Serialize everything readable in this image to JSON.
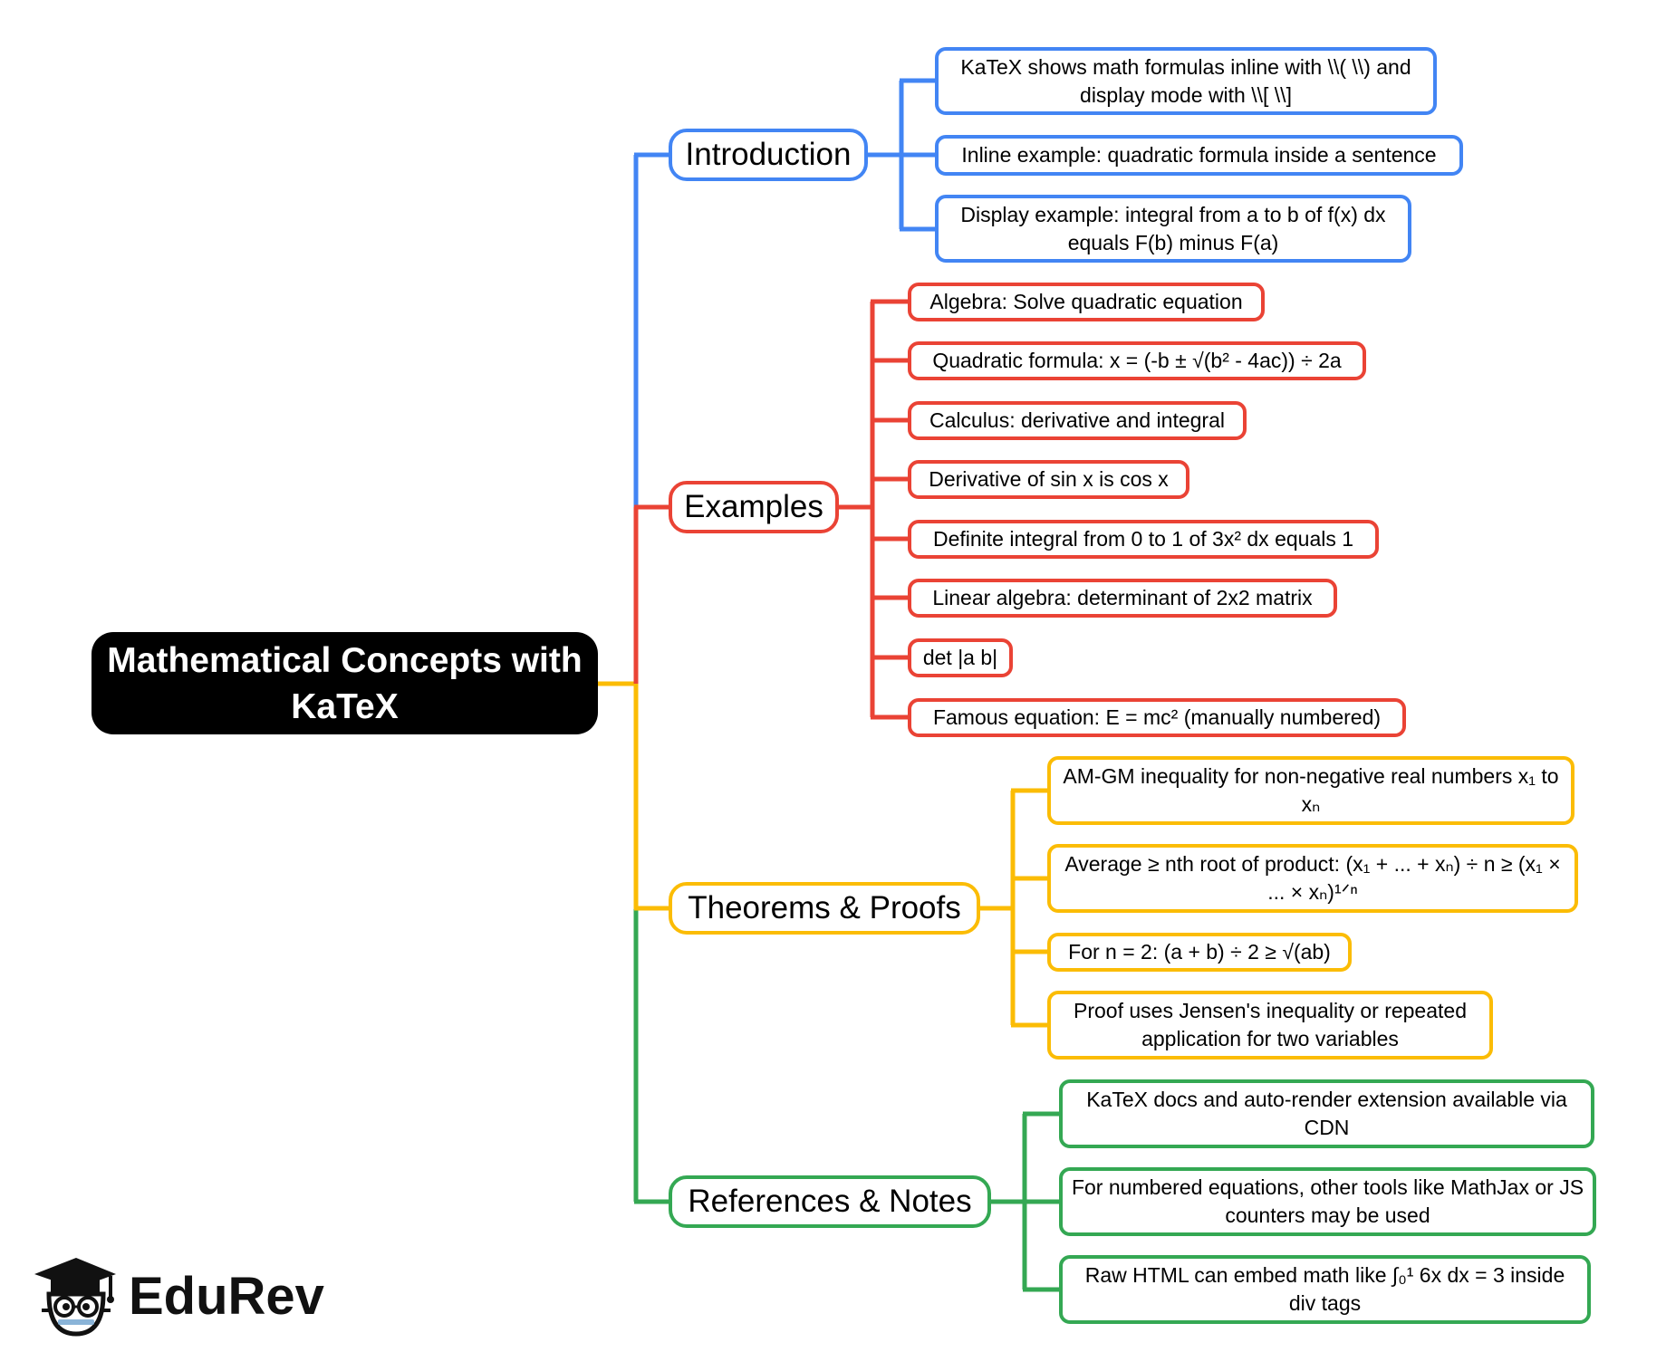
{
  "root": {
    "title": "Mathematical Concepts with KaTeX"
  },
  "colors": {
    "introduction": "#4285f4",
    "examples": "#ea4335",
    "theorems": "#fbbc05",
    "references": "#34a853",
    "root": "#000000"
  },
  "branches": {
    "introduction": {
      "label": "Introduction",
      "items": [
        "KaTeX shows math formulas inline with \\\\( \\\\) and display mode with \\\\[ \\\\]",
        "Inline example: quadratic formula inside a sentence",
        "Display example: integral from a to b of f(x) dx equals F(b) minus F(a)"
      ]
    },
    "examples": {
      "label": "Examples",
      "items": [
        "Algebra: Solve quadratic equation",
        "Quadratic formula: x = (-b ± √(b² - 4ac)) ÷ 2a",
        "Calculus: derivative and integral",
        "Derivative of sin x is cos x",
        "Definite integral from 0 to 1 of 3x² dx equals 1",
        "Linear algebra: determinant of 2x2 matrix",
        "det |a b|",
        "Famous equation: E = mc² (manually numbered)"
      ]
    },
    "theorems": {
      "label": "Theorems & Proofs",
      "items": [
        "AM-GM inequality for non-negative real numbers x₁ to xₙ",
        "Average ≥ nth root of product: (x₁ + ... + xₙ) ÷ n ≥ (x₁ × ... × xₙ)¹ᐟⁿ",
        "For n = 2: (a + b) ÷ 2 ≥ √(ab)",
        "Proof uses Jensen's inequality or repeated application for two variables"
      ]
    },
    "references": {
      "label": "References & Notes",
      "items": [
        "KaTeX docs and auto-render extension available via CDN",
        "For numbered equations, other tools like MathJax or JS counters may be used",
        "Raw HTML can embed math like ∫₀¹ 6x dx = 3 inside div tags"
      ]
    }
  },
  "logo": {
    "text": "EduRev",
    "icon": "graduation-cap-owl-icon"
  }
}
